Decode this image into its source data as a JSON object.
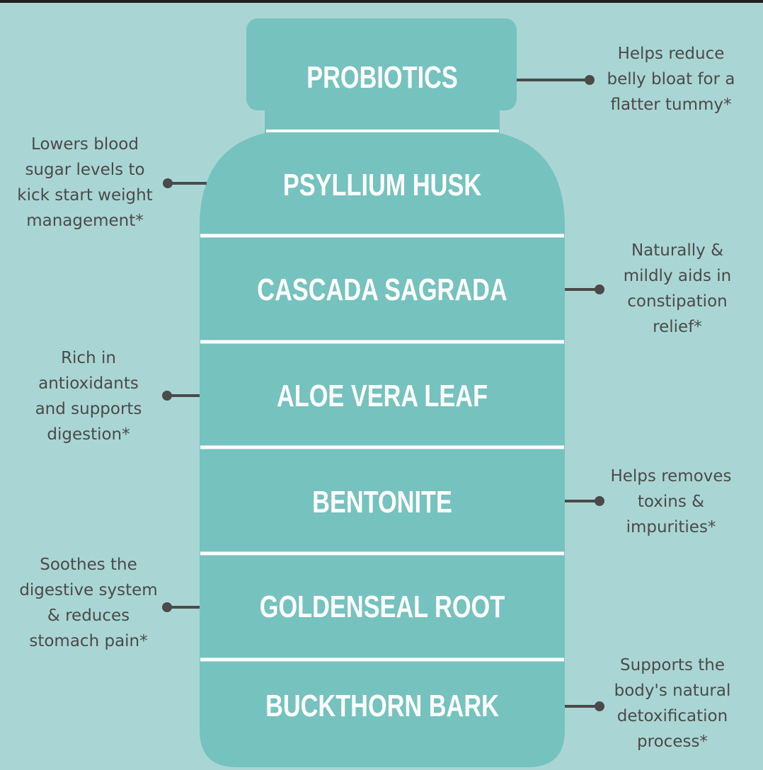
{
  "colors": {
    "background": "#a9d6d4",
    "bottle": "#76c2bf",
    "divider": "#ffffff",
    "label_text": "#ffffff",
    "note_text": "#4a4a4a"
  },
  "ingredients": [
    {
      "name": "PROBIOTICS",
      "benefit_lines": [
        "Helps reduce",
        "belly bloat for a",
        "flatter tummy*"
      ],
      "side": "right"
    },
    {
      "name": "PSYLLIUM HUSK",
      "benefit_lines": [
        "Lowers blood",
        "sugar levels to",
        "kick start weight",
        "management*"
      ],
      "side": "left"
    },
    {
      "name": "CASCADA SAGRADA",
      "benefit_lines": [
        "Naturally &",
        "mildly aids in",
        "constipation",
        "relief*"
      ],
      "side": "right"
    },
    {
      "name": "ALOE VERA LEAF",
      "benefit_lines": [
        "Rich in",
        "antioxidants",
        "and supports",
        "digestion*"
      ],
      "side": "left"
    },
    {
      "name": "BENTONITE",
      "benefit_lines": [
        "Helps removes",
        "toxins &",
        "impurities*"
      ],
      "side": "right"
    },
    {
      "name": "GOLDENSEAL ROOT",
      "benefit_lines": [
        "Soothes the",
        "digestive system",
        "& reduces",
        "stomach pain*"
      ],
      "side": "left"
    },
    {
      "name": "BUCKTHORN BARK",
      "benefit_lines": [
        "Supports the",
        "body's natural",
        "detoxification",
        "process*"
      ],
      "side": "right"
    }
  ]
}
